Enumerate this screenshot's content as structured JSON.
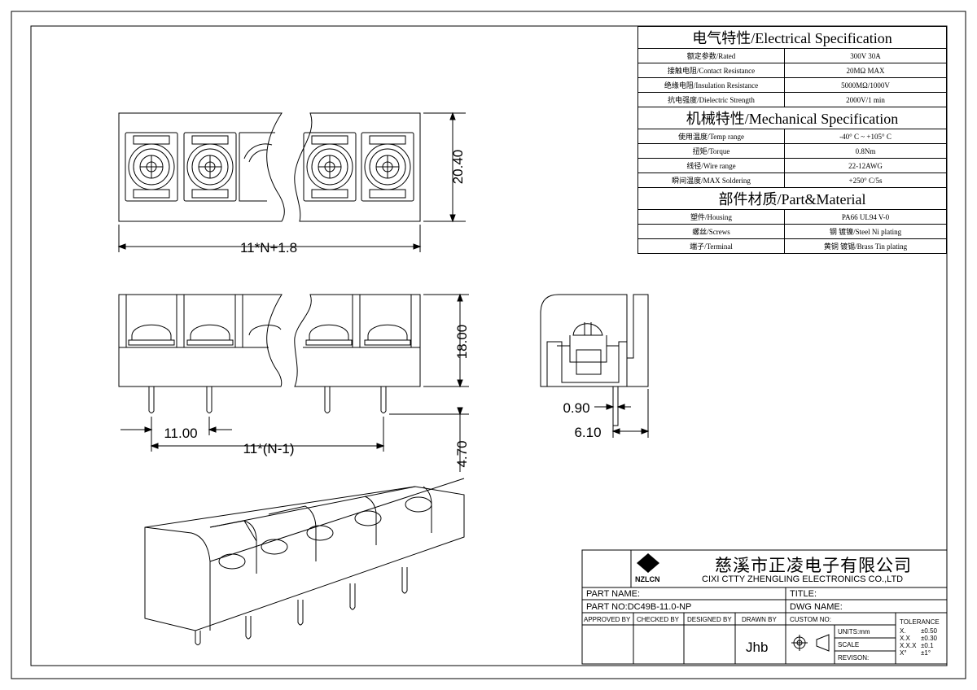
{
  "spec_table": {
    "electrical_header": "电气特性/Electrical Specification",
    "electrical_rows": [
      {
        "label": "额定参数/Rated",
        "value": "300V  30A"
      },
      {
        "label": "接触电阻/Contact Resistance",
        "value": "20MΩ MAX"
      },
      {
        "label": "绝缘电阻/Insulation Resistance",
        "value": "5000MΩ/1000V"
      },
      {
        "label": "抗电强度/Dielectric Strength",
        "value": "2000V/1 min"
      }
    ],
    "mechanical_header": "机械特性/Mechanical Specification",
    "mechanical_rows": [
      {
        "label": "使用温度/Temp range",
        "value": "-40° C ~ +105° C"
      },
      {
        "label": "扭矩/Torque",
        "value": "0.8Nm"
      },
      {
        "label": "线径/Wire range",
        "value": "22-12AWG"
      },
      {
        "label": "瞬间温度/MAX Soldering",
        "value": "+250° C/5s"
      }
    ],
    "material_header": "部件材质/Part&Material",
    "material_rows": [
      {
        "label": "塑件/Housing",
        "value": "PA66 UL94 V-0"
      },
      {
        "label": "螺丝/Screws",
        "value": "钢 镀镍/Steel Ni plating"
      },
      {
        "label": "端子/Terminal",
        "value": "黄铜 镀锡/Brass Tin  plating"
      }
    ]
  },
  "dimensions": {
    "height_top": "20.40",
    "width_total": "11*N+1.8",
    "height_front": "18.00",
    "pitch": "11.00",
    "span": "11*(N-1)",
    "pin_length": "4.70",
    "pin_width": "0.90",
    "side_width": "6.10"
  },
  "title_block": {
    "logo_text": "NZLCN",
    "company_cn": "慈溪市正凌电子有限公司",
    "company_en": "CIXI CTTY ZHENGLING ELECTRONICS CO.,LTD",
    "part_name_label": "PART NAME:",
    "title_label": "TITLE:",
    "part_no_label": "PART NO:DC49B-11.0-NP",
    "dwg_name_label": "DWG NAME:",
    "approved_by": "APPROVED BY",
    "checked_by": "CHECKED BY",
    "designed_by": "DESIGNED BY",
    "drawn_by": "DRAWN BY",
    "drawn_by_value": "Jhb",
    "custom_no": "CUSTOM NO:",
    "units": "UNITS:mm",
    "scale": "SCALE",
    "revision": "REVISON:",
    "tolerance_title": "TOLERANCE",
    "tolerance_rows": [
      {
        "k": "X.",
        "v": "±0.50"
      },
      {
        "k": "X.X",
        "v": "±0.30"
      },
      {
        "k": "X.X.X",
        "v": "±0.1"
      },
      {
        "k": "X°",
        "v": "±1°"
      }
    ]
  }
}
